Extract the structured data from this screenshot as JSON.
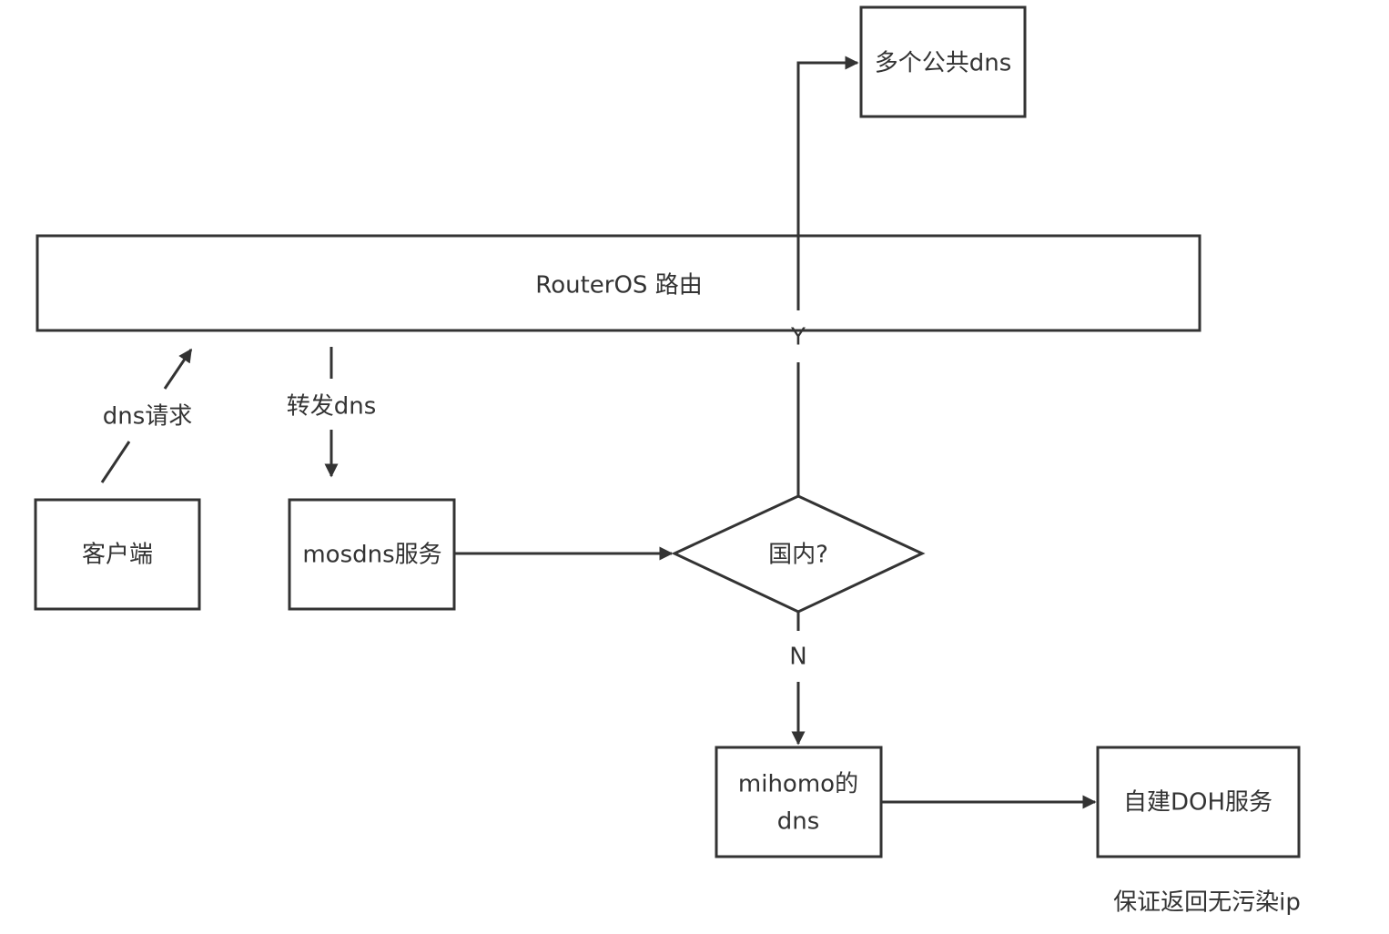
{
  "nodes": {
    "router": "RouterOS 路由",
    "public_dns": "多个公共dns",
    "client": "客户端",
    "mosdns": "mosdns服务",
    "domestic_decision": "国内?",
    "mihomo_line1": "mihomo的",
    "mihomo_line2": "dns",
    "doh": "自建DOH服务"
  },
  "edge_labels": {
    "dns_request": "dns请求",
    "forward_dns": "转发dns",
    "yes": "Y",
    "no": "N"
  },
  "notes": {
    "clean_ip": "保证返回无污染ip"
  },
  "colors": {
    "stroke": "#333333",
    "background": "#ffffff"
  }
}
